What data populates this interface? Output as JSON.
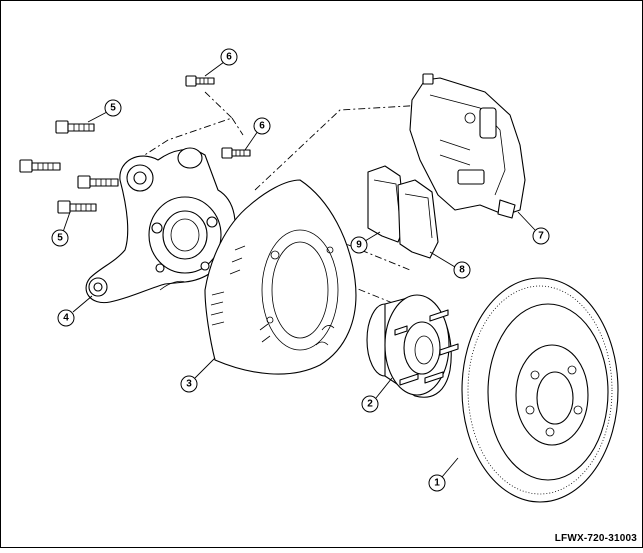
{
  "callouts": [
    {
      "id": "c1",
      "label": "1"
    },
    {
      "id": "c2",
      "label": "2"
    },
    {
      "id": "c3",
      "label": "3"
    },
    {
      "id": "c4",
      "label": "4"
    },
    {
      "id": "c5a",
      "label": "5"
    },
    {
      "id": "c5b",
      "label": "5"
    },
    {
      "id": "c6a",
      "label": "6"
    },
    {
      "id": "c6b",
      "label": "6"
    },
    {
      "id": "c7",
      "label": "7"
    },
    {
      "id": "c8",
      "label": "8"
    },
    {
      "id": "c9",
      "label": "9"
    }
  ],
  "figure_code": "LFWX-720-31003"
}
